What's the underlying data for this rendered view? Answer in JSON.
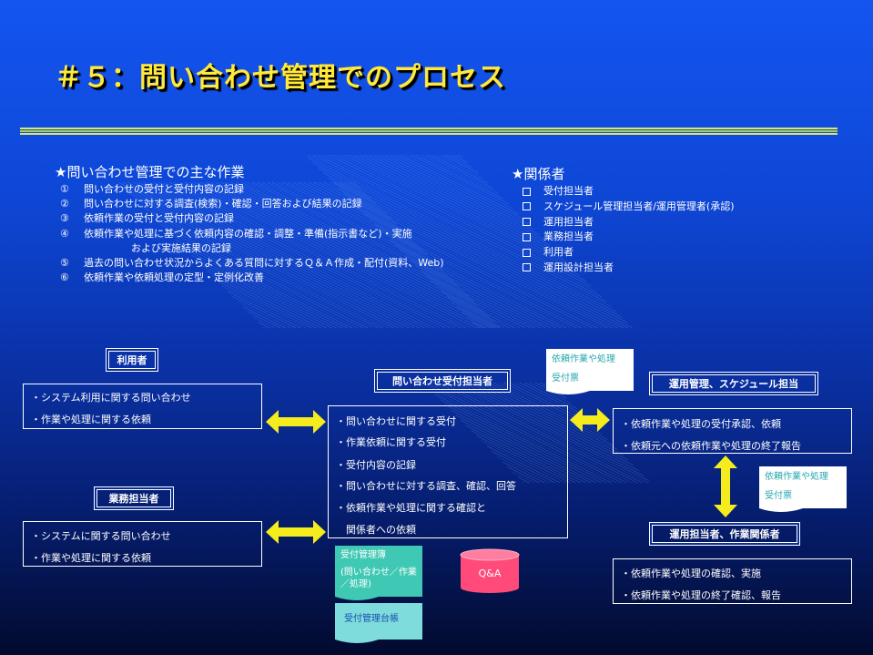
{
  "title": "＃５：問い合わせ管理でのプロセス",
  "tasks": {
    "heading": "問い合わせ管理での主な作業",
    "items": [
      {
        "num": "①",
        "text": "問い合わせの受付と受付内容の記録"
      },
      {
        "num": "②",
        "text": "問い合わせに対する調査(検索)・確認・回答および結果の記録"
      },
      {
        "num": "③",
        "text": "依頼作業の受付と受付内容の記録"
      },
      {
        "num": "④",
        "text": "依頼作業や処理に基づく依頼内容の確認・調整・準備(指示書など)・実施"
      },
      {
        "num": "",
        "text": "および実施結果の記録"
      },
      {
        "num": "⑤",
        "text": "過去の問い合わせ状況からよくある質問に対するＱ＆Ａ作成・配付(資料、Web)"
      },
      {
        "num": "⑥",
        "text": "依頼作業や依頼処理の定型・定例化改善"
      }
    ]
  },
  "stakeholders": {
    "heading": "関係者",
    "items": [
      "受付担当者",
      "スケジュール管理担当者/運用管理者(承認)",
      "運用担当者",
      "業務担当者",
      "利用者",
      "運用設計担当者"
    ]
  },
  "roles": {
    "user": "利用者",
    "business": "業務担当者",
    "reception": "問い合わせ受付担当者",
    "ops_mgmt": "運用管理、スケジュール担当",
    "ops_staff": "運用担当者、作業関係者"
  },
  "boxes": {
    "user": [
      "・システム利用に関する問い合わせ",
      "・作業や処理に関する依頼"
    ],
    "business": [
      "・システムに関する問い合わせ",
      "・作業や処理に関する依頼"
    ],
    "reception": [
      "・問い合わせに関する受付",
      "・作業依頼に関する受付",
      "・受付内容の記録",
      "・問い合わせに対する調査、確認、回答",
      "・依頼作業や処理に関する確認と",
      "　関係者への依頼"
    ],
    "ops_mgmt": [
      "・依頼作業や処理の受付承認、依頼",
      "・依頼元への依頼作業や処理の終了報告"
    ],
    "ops_staff": [
      "・依頼作業や処理の確認、実施",
      "・依頼作業や処理の終了確認、報告"
    ]
  },
  "documents": {
    "request_slip_1": [
      "依頼作業や処理",
      "受付票"
    ],
    "request_slip_2": [
      "依頼作業や処理",
      "受付票"
    ],
    "reception_log": [
      "受付管理簿",
      "(問い合わせ／作業",
      "／処理)"
    ],
    "reception_ledger": "受付管理台帳",
    "qa_db": "Q&A"
  },
  "colors": {
    "title": "#ffe93a",
    "arrow": "#f4ec1c",
    "db": "#ff4a7a"
  }
}
